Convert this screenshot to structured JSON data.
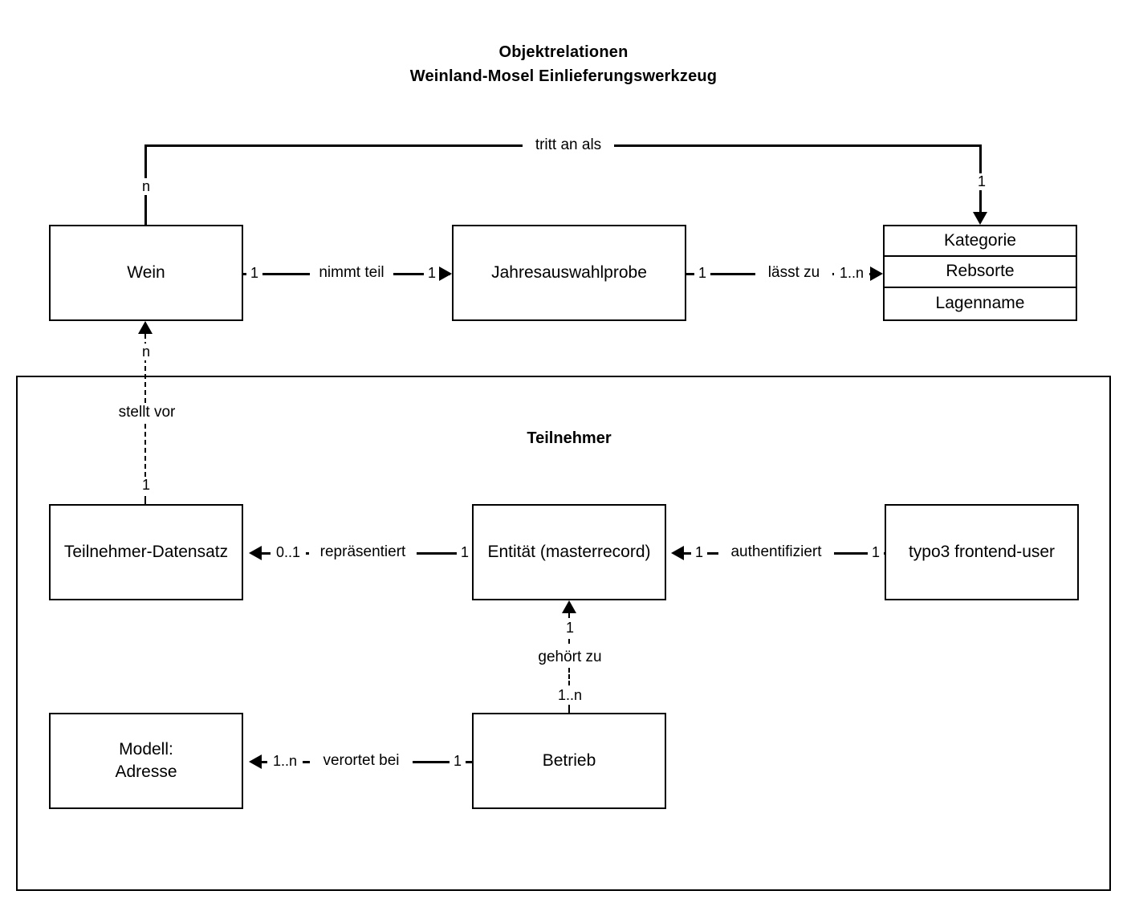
{
  "diagram": {
    "title_line1": "Objektrelationen",
    "title_line2": "Weinland-Mosel Einlieferungswerkzeug",
    "group": {
      "title": "Teilnehmer"
    },
    "entities": {
      "wein": "Wein",
      "jahresauswahlprobe": "Jahresauswahlprobe",
      "kategorie": "Kategorie",
      "rebsorte": "Rebsorte",
      "lagenname": "Lagenname",
      "teilnehmer_datensatz": "Teilnehmer-Datensatz",
      "entitaet": "Entität (masterrecord)",
      "typo3_frontend_user": "typo3 frontend-user",
      "modell_adresse_line1": "Modell:",
      "modell_adresse_line2": "Adresse",
      "betrieb": "Betrieb"
    },
    "relations": {
      "tritt_an_als": {
        "label": "tritt an als",
        "source_cardinality": "n",
        "target_cardinality": "1"
      },
      "nimmt_teil": {
        "label": "nimmt teil",
        "source_cardinality": "1",
        "target_cardinality": "1"
      },
      "laesst_zu": {
        "label": "lässt zu",
        "source_cardinality": "1",
        "target_cardinality": "1..n"
      },
      "stellt_vor": {
        "label": "stellt vor",
        "source_cardinality": "n",
        "target_cardinality": "1"
      },
      "repraesentiert": {
        "label": "repräsentiert",
        "source_cardinality": "0..1",
        "target_cardinality": "1"
      },
      "authentifiziert": {
        "label": "authentifiziert",
        "source_cardinality": "1",
        "target_cardinality": "1"
      },
      "gehoert_zu": {
        "label": "gehört zu",
        "source_cardinality": "1",
        "target_cardinality": "1..n"
      },
      "verortet_bei": {
        "label": "verortet bei",
        "source_cardinality": "1..n",
        "target_cardinality": "1"
      }
    },
    "colors": {
      "stroke": "#000000",
      "background": "#ffffff",
      "text": "#000000"
    }
  }
}
